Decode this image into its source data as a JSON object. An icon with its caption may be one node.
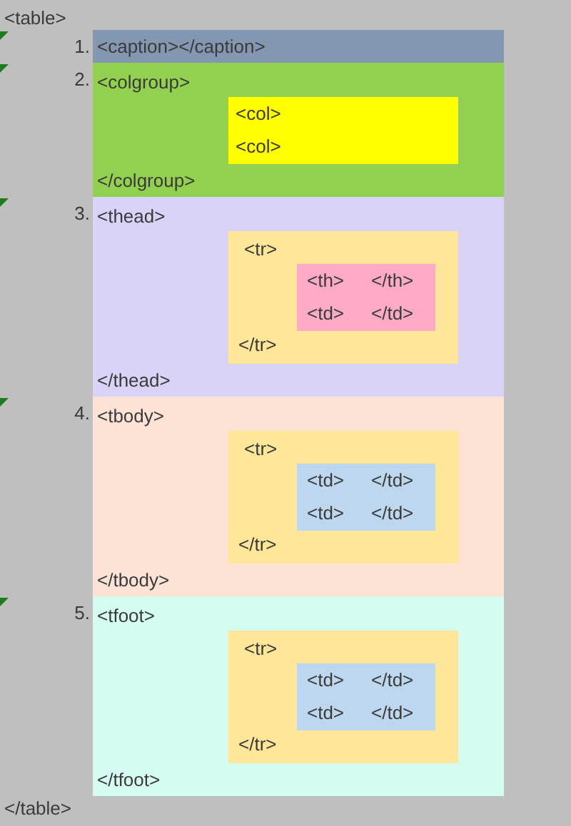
{
  "diagram": {
    "nodes": [
      {
        "text": [
          "<table>",
          "</table>"
        ]
      },
      {
        "text": [
          "<caption></caption>"
        ],
        "in": 0,
        "beside": [
          "1."
        ]
      },
      {
        "text": [
          "<colgroup>",
          "</colgroup>"
        ],
        "in": 0,
        "beside": [
          "2."
        ]
      },
      {
        "text": [
          "<col>",
          "<col>"
        ],
        "in": 2
      },
      {
        "text": [
          "<thead>",
          "</thead>"
        ],
        "in": 0,
        "beside": [
          "3."
        ]
      },
      {
        "text": [
          "<tr>",
          "</tr>"
        ],
        "in": 4
      },
      {
        "text": [
          "<th>",
          "</th>",
          "<td>",
          "</td>"
        ],
        "in": 5
      },
      {
        "text": [
          "<tbody>",
          "</tbody>"
        ],
        "in": 0,
        "beside": [
          "4."
        ]
      },
      {
        "text": [
          "<tr>",
          "</tr>"
        ],
        "in": 7
      },
      {
        "text": [
          "<td>",
          "</td>",
          "<td>",
          "</td>"
        ],
        "in": 8
      },
      {
        "text": [
          "<tfoot>",
          "</tfoot>"
        ],
        "in": 0,
        "beside": [
          "5."
        ]
      },
      {
        "text": [
          "<tr>",
          "</tr>"
        ],
        "in": 10
      },
      {
        "text": [
          "<td>",
          "</td>",
          "<td>",
          "</td>"
        ],
        "in": 11
      }
    ]
  }
}
